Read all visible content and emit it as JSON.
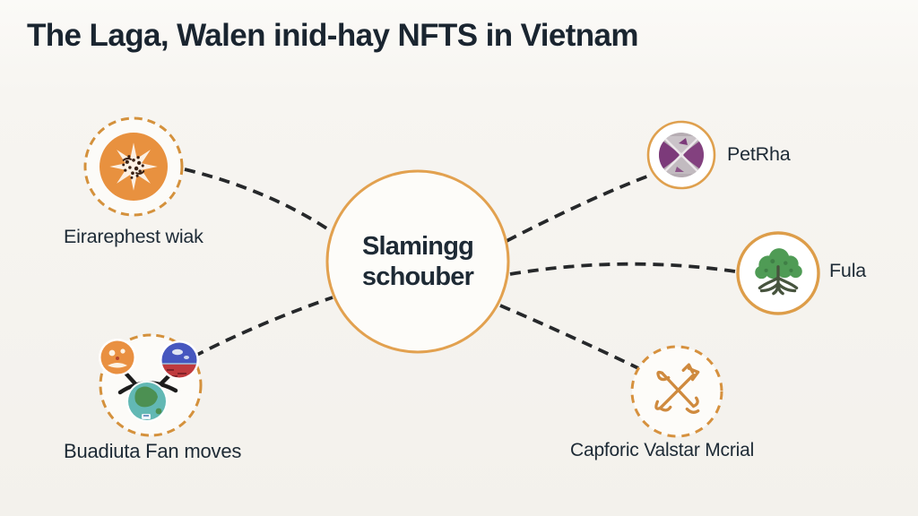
{
  "title": "The Laga, Walen inid-hay NFTS in Vietnam",
  "center": {
    "line1": "Slamingg",
    "line2": "schouber"
  },
  "nodes": [
    {
      "label": "Eirarephest wiak",
      "icon": "starburst-seeds-icon",
      "position": "top-left",
      "ring": "dashed-orange"
    },
    {
      "label": "Buadiuta Fan moves",
      "icon": "globe-network-icon",
      "position": "bottom-left",
      "ring": "dashed-orange"
    },
    {
      "label": "PetRha",
      "icon": "purple-pinwheel-icon",
      "position": "top-right",
      "ring": "solid-orange"
    },
    {
      "label": "Fula",
      "icon": "tree-icon",
      "position": "middle-right",
      "ring": "solid-orange"
    },
    {
      "label": "Capforic Valstar Mcrial",
      "icon": "crossed-arrows-icon",
      "position": "bottom-right",
      "ring": "dashed-orange"
    }
  ],
  "colors": {
    "background": "#f5f3ef",
    "title_text": "#1a2530",
    "ring_orange": "#dd9a47",
    "connector_dark": "#26282a",
    "label_text": "#1d2a35",
    "icon_orange": "#e8913f",
    "icon_purple": "#7c3a7a",
    "icon_gray": "#b6adb3",
    "icon_green": "#4f9b55",
    "icon_teal": "#62b8b4",
    "icon_blue": "#4657bf",
    "icon_red": "#bf3a3e"
  }
}
